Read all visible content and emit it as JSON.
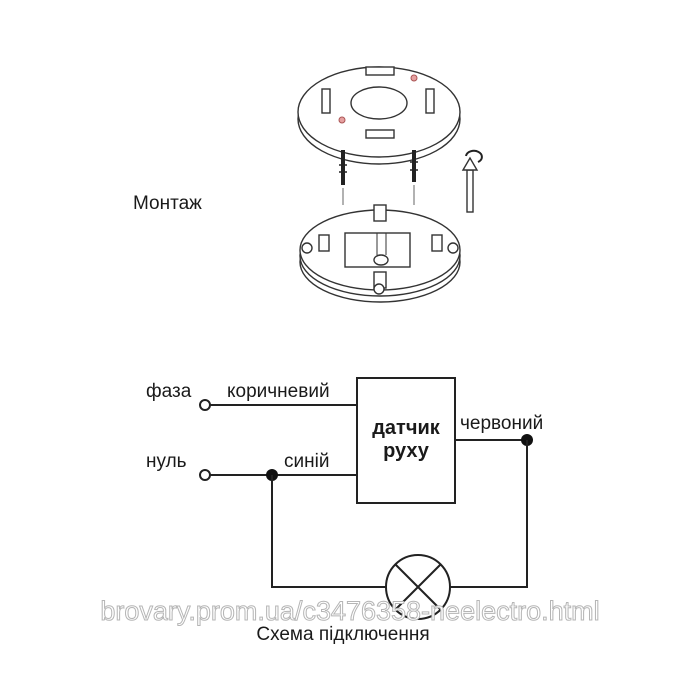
{
  "mounting_label": "Монтаж",
  "schematic": {
    "phase_label": "фаза",
    "neutral_label": "нуль",
    "brown_wire_label": "коричневий",
    "blue_wire_label": "синій",
    "red_wire_label": "червоний",
    "sensor_label_line1": "датчик",
    "sensor_label_line2": "руху"
  },
  "caption": "Схема підключення",
  "watermark": "brovary.prom.ua/c3476358-neelectro.html",
  "colors": {
    "line": "#222222",
    "screw_dot": "#c0504d"
  }
}
